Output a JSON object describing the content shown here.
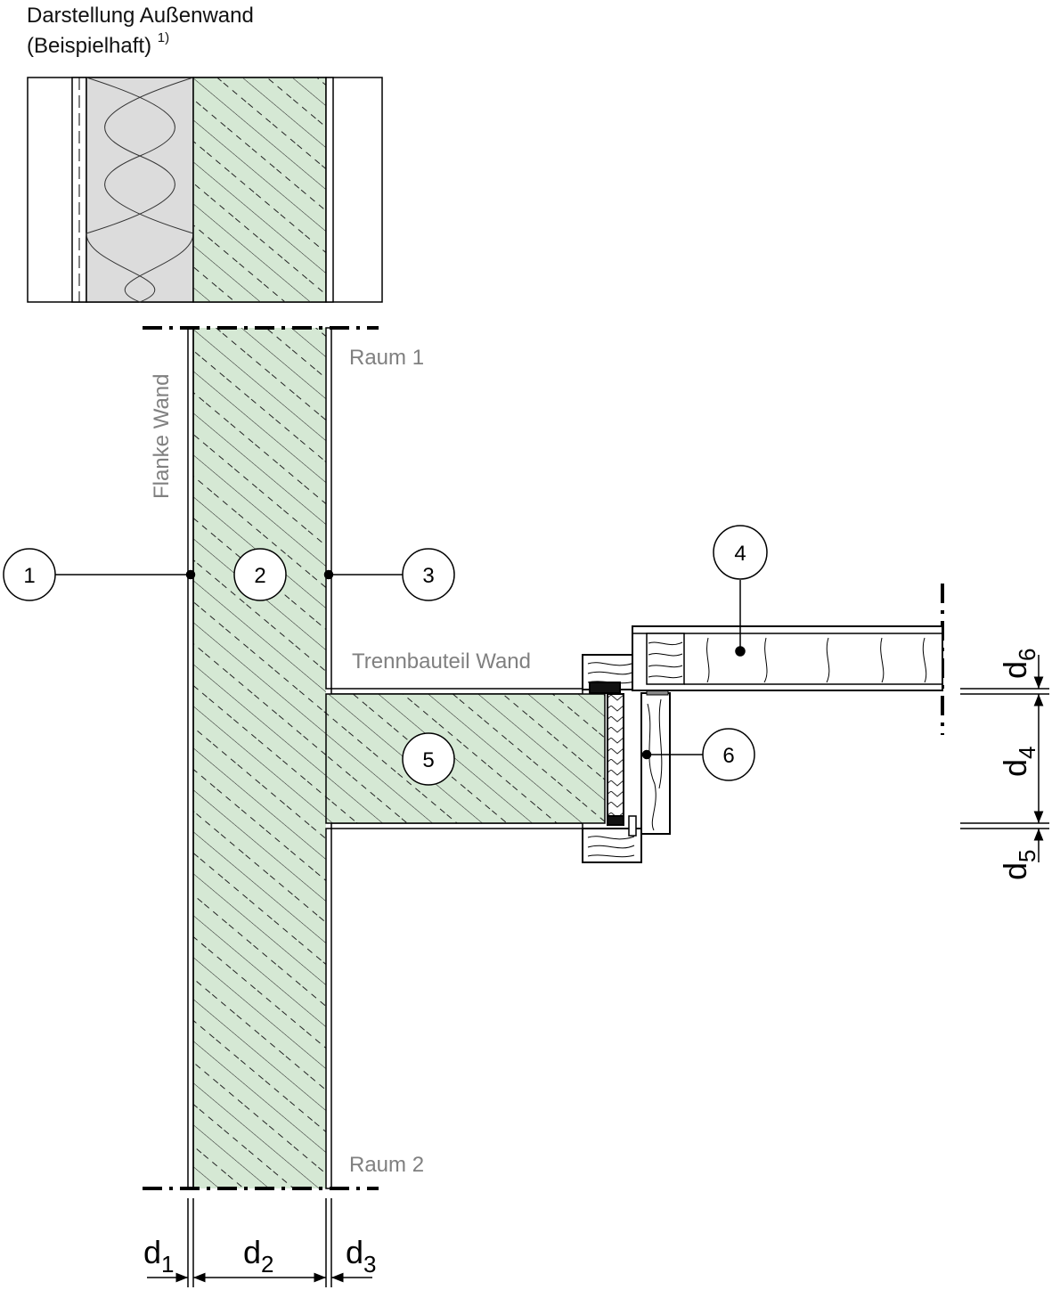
{
  "title": {
    "line1": "Darstellung Außenwand",
    "line2": "(Beispielhaft)",
    "footnote": "1)"
  },
  "labels": {
    "raum1": "Raum 1",
    "raum2": "Raum 2",
    "flank": "Flanke Wand",
    "partition": "Trennbauteil Wand"
  },
  "callouts": [
    "1",
    "2",
    "3",
    "4",
    "5",
    "6"
  ],
  "dimensions": {
    "d1": {
      "base": "d",
      "sub": "1"
    },
    "d2": {
      "base": "d",
      "sub": "2"
    },
    "d3": {
      "base": "d",
      "sub": "3"
    },
    "d4": {
      "base": "d",
      "sub": "4"
    },
    "d5": {
      "base": "d",
      "sub": "5"
    },
    "d6": {
      "base": "d",
      "sub": "6"
    }
  },
  "colors": {
    "concrete": "#d5e8d4",
    "insulation": "#dcdcdc",
    "line": "#000000",
    "label_gray": "#808080"
  }
}
